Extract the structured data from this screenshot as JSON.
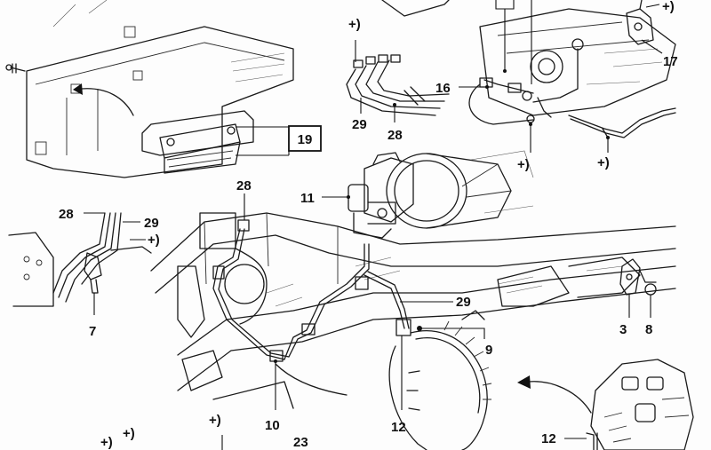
{
  "callouts": {
    "c19": "19",
    "c16": "16",
    "c17": "17",
    "c11": "11",
    "c28a": "28",
    "c28b": "28",
    "c28c": "28",
    "c29a": "29",
    "c29b": "29",
    "c29c": "29",
    "c7": "7",
    "c3": "3",
    "c8": "8",
    "c9": "9",
    "c10": "10",
    "c12a": "12",
    "c12b": "12",
    "c23": "23"
  },
  "markers": {
    "m1": "+)",
    "m2": "+)",
    "m3": "+)",
    "m4": "+)",
    "m5": "+)",
    "m6": "+)",
    "m7": "+)",
    "m8": "+)"
  },
  "colors": {
    "ink": "#1a1a1a",
    "paper": "#fdfdfd"
  }
}
